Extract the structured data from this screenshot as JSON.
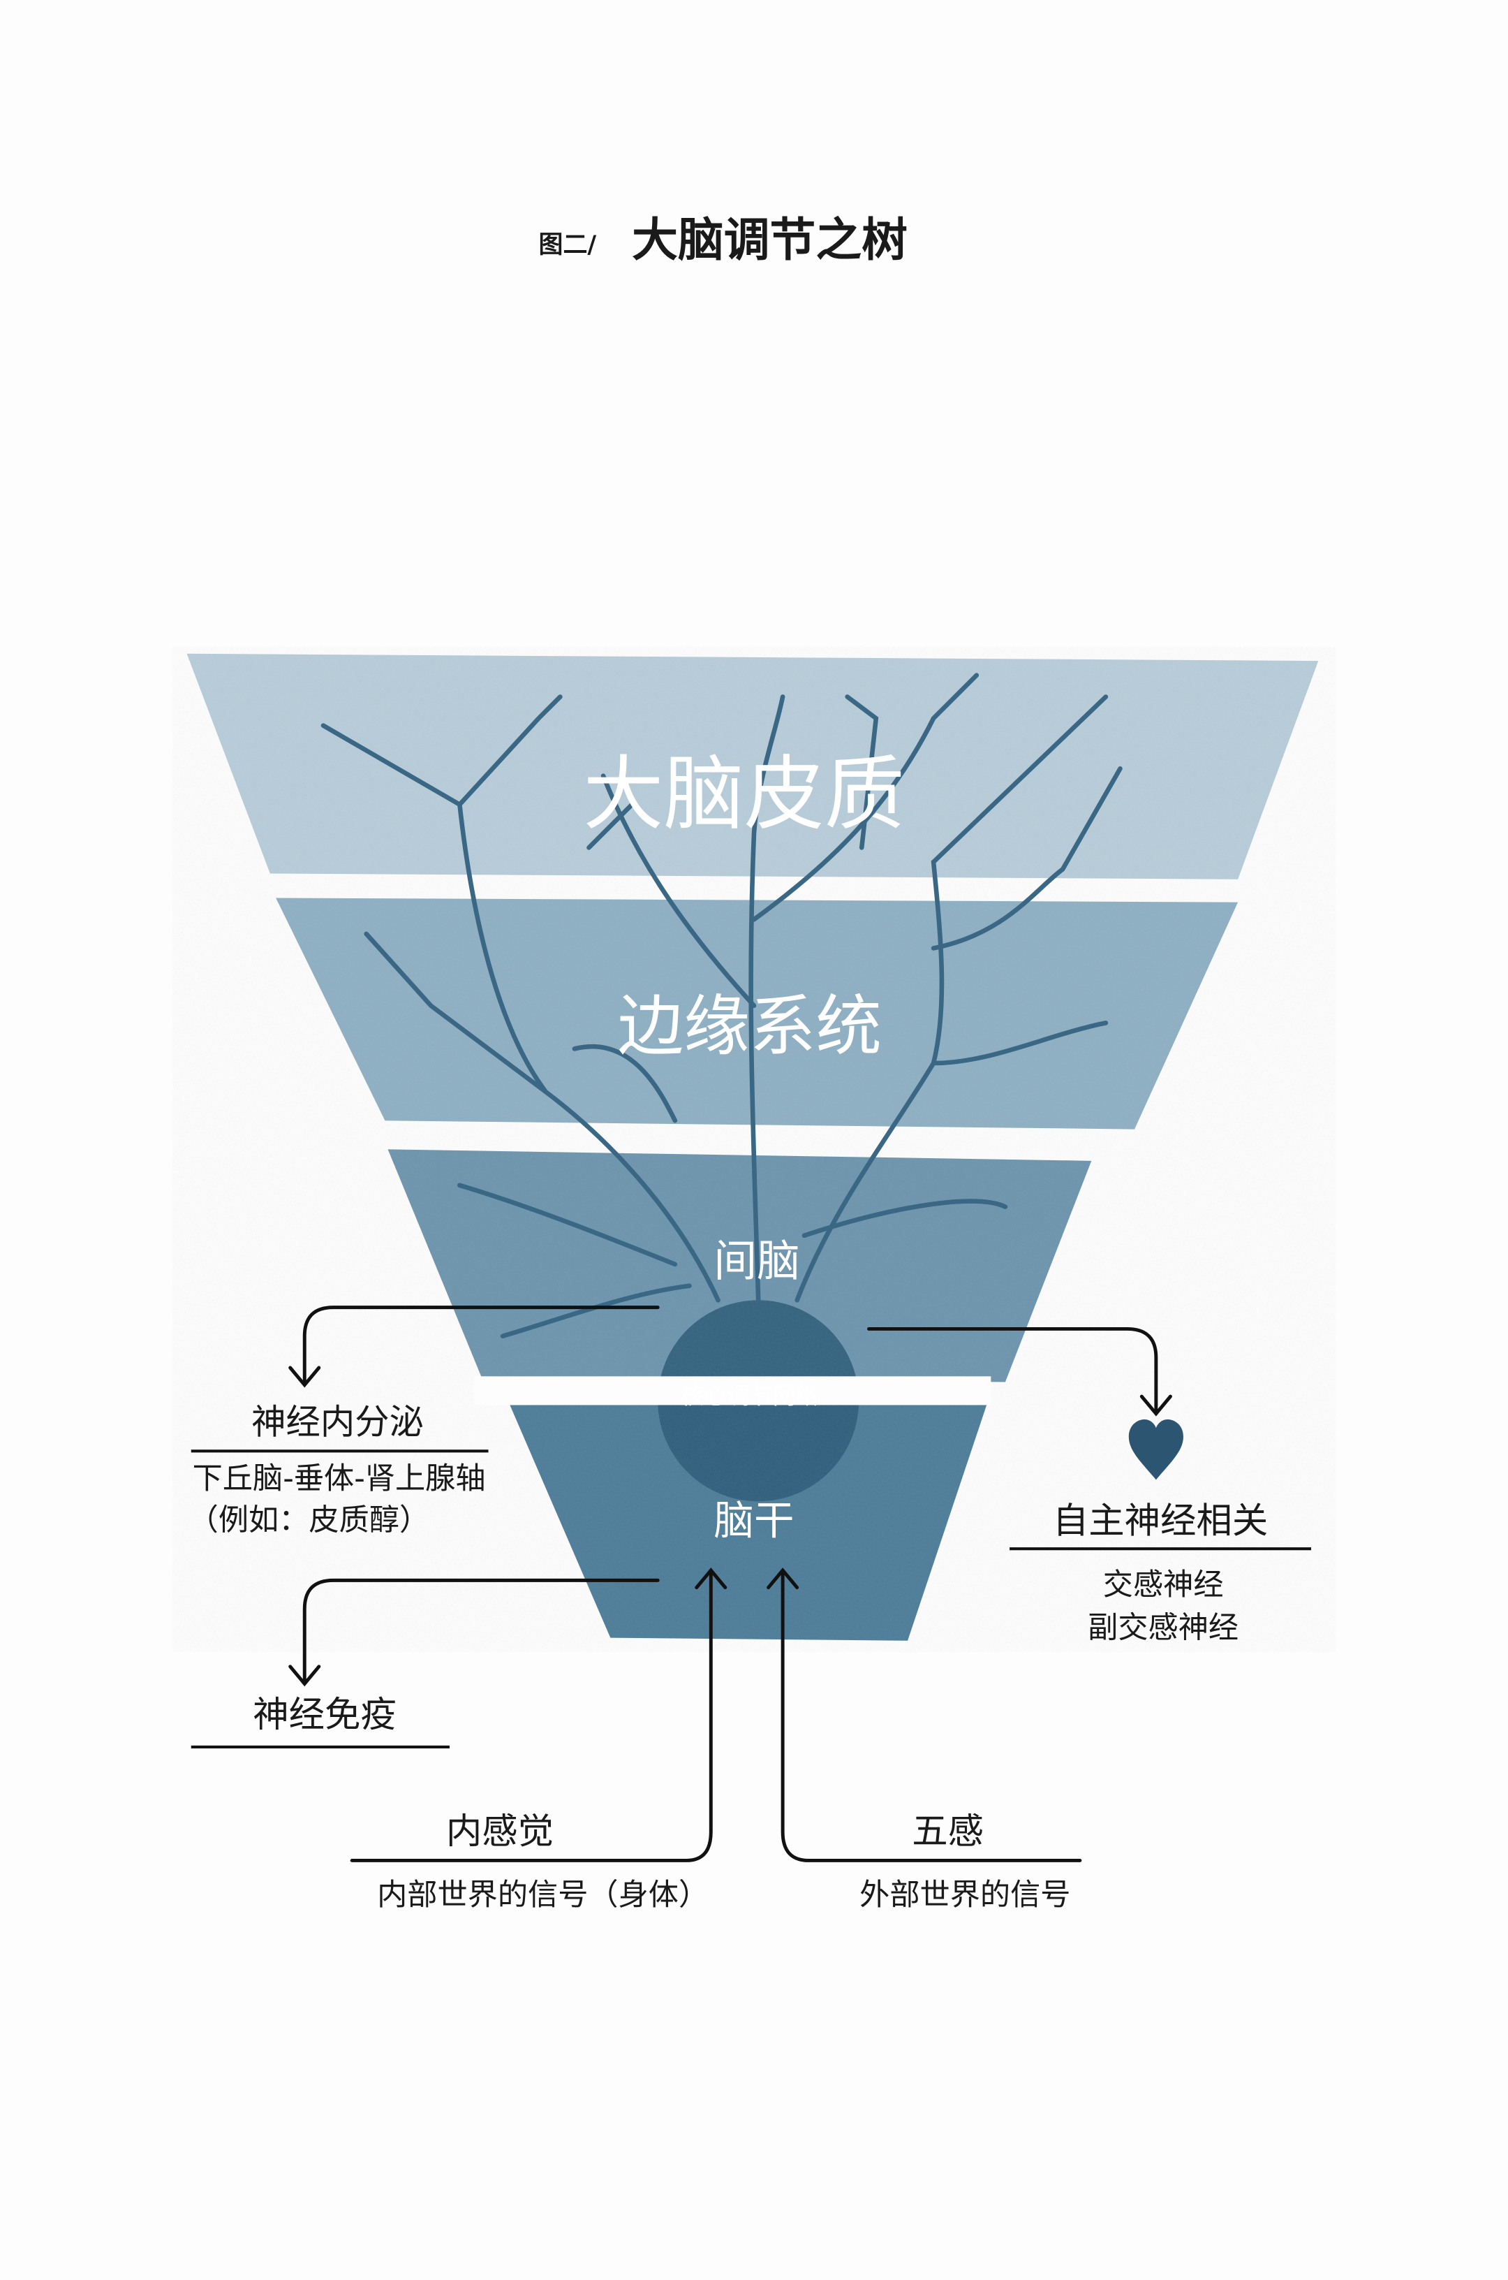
{
  "title": {
    "prefix": "图二/",
    "text": "大脑调节之树"
  },
  "layers": {
    "cortex": "大脑皮质",
    "limbic": "边缘系统",
    "diencephalon": "间脑",
    "core": "核心调节网络",
    "brainstem": "脑干"
  },
  "outputs": {
    "endocrine": {
      "title": "神经内分泌",
      "line1": "下丘脑-垂体-肾上腺轴",
      "line2": "（例如：皮质醇）"
    },
    "autonomic": {
      "title": "自主神经相关",
      "line1": "交感神经",
      "line2": "副交感神经"
    },
    "immune": {
      "title": "神经免疫"
    }
  },
  "inputs": {
    "interoception": {
      "title": "内感觉",
      "sub": "内部世界的信号（身体）"
    },
    "five_senses": {
      "title": "五感",
      "sub": "外部世界的信号"
    }
  },
  "colors": {
    "cortex": "#b7ccd9",
    "limbic": "#8eafc3",
    "diencephalon": "#6d95ae",
    "brainstem": "#4d7d99",
    "core": "#2e5d7a",
    "heart": "#2c5572"
  }
}
